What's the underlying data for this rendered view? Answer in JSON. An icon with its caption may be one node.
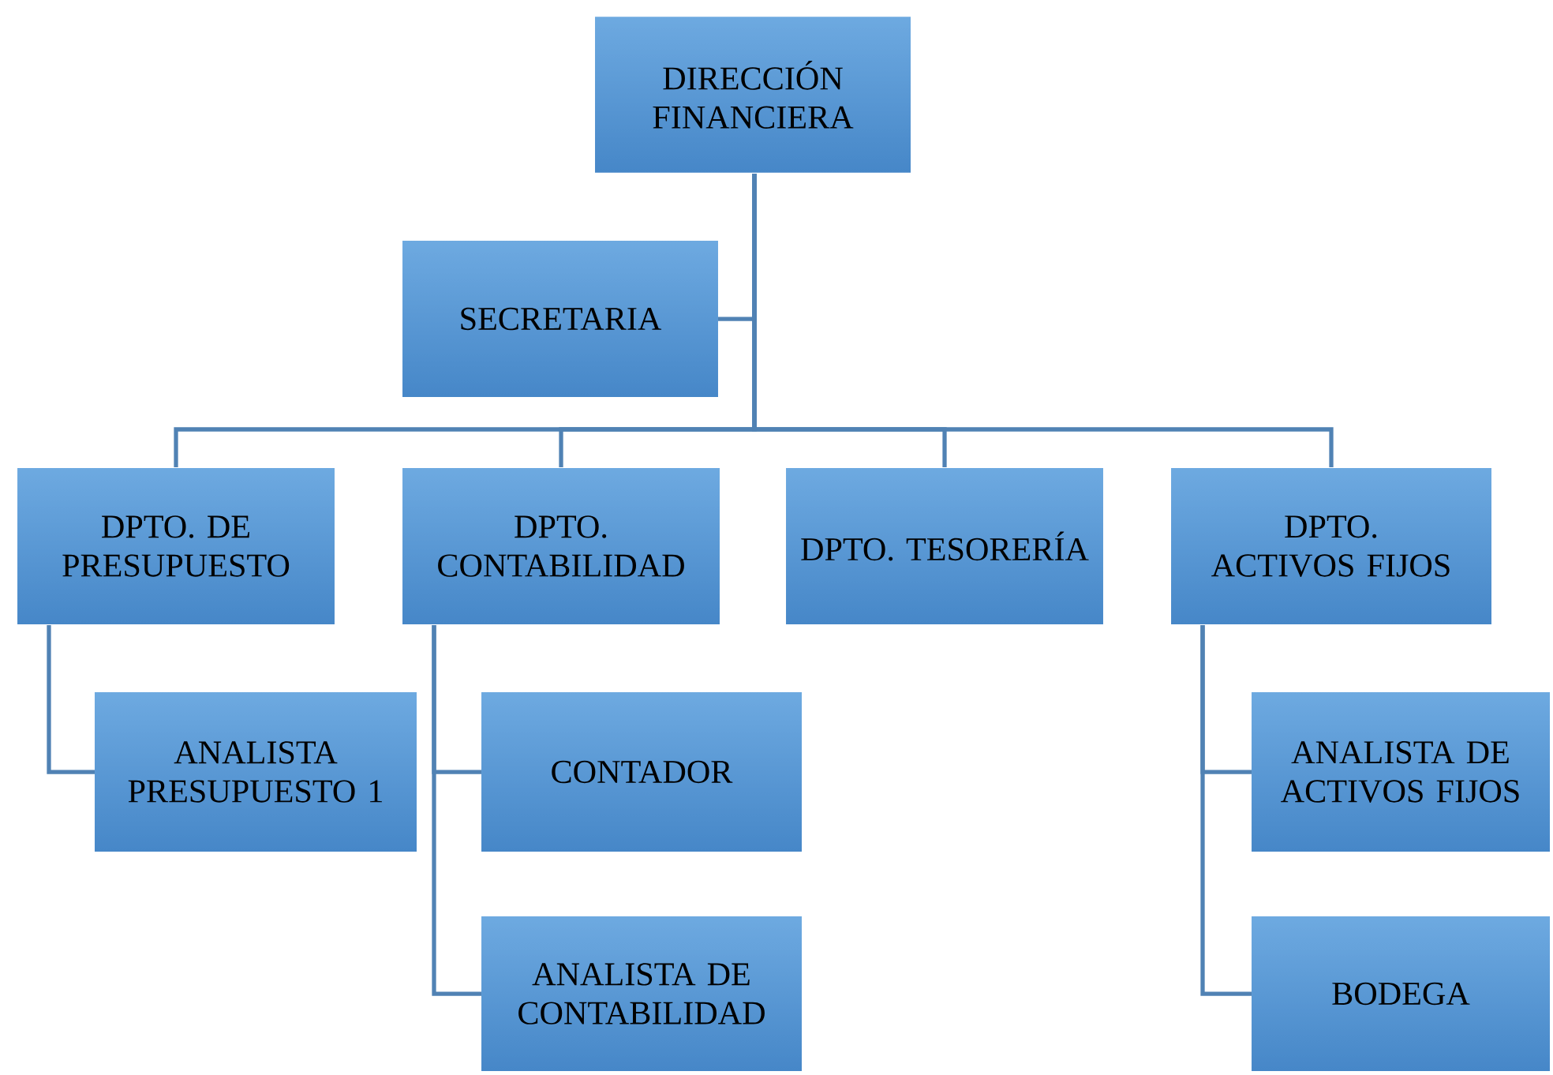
{
  "diagram": {
    "nodes": [
      {
        "text": [
          "DIRECCIÓN FINANCIERA"
        ]
      },
      {
        "text": [
          "SECRETARIA"
        ]
      },
      {
        "text": [
          "DPTO. DE PRESUPUESTO"
        ]
      },
      {
        "text": [
          "DPTO. CONTABILIDAD"
        ]
      },
      {
        "text": [
          "DPTO. TESORERÍA"
        ]
      },
      {
        "text": [
          "DPTO. ACTIVOS FIJOS"
        ]
      },
      {
        "text": [
          "ANALISTA PRESUPUESTO 1"
        ]
      },
      {
        "text": [
          "CONTADOR"
        ]
      },
      {
        "text": [
          "ANALISTA DE CONTABILIDAD"
        ]
      },
      {
        "text": [
          "ANALISTA DE ACTIVOS FIJOS"
        ]
      },
      {
        "text": [
          "BODEGA"
        ]
      }
    ],
    "edges": [
      {
        "from": 0,
        "to": 1,
        "arrow": "none"
      },
      {
        "from": 0,
        "to": 2,
        "arrow": "none"
      },
      {
        "from": 0,
        "to": 3,
        "arrow": "none"
      },
      {
        "from": 0,
        "to": 4,
        "arrow": "none"
      },
      {
        "from": 0,
        "to": 5,
        "arrow": "none"
      },
      {
        "from": 2,
        "to": 6,
        "arrow": "none"
      },
      {
        "from": 3,
        "to": 7,
        "arrow": "none"
      },
      {
        "from": 3,
        "to": 8,
        "arrow": "none"
      },
      {
        "from": 5,
        "to": 9,
        "arrow": "none"
      },
      {
        "from": 5,
        "to": 10,
        "arrow": "none"
      }
    ]
  }
}
